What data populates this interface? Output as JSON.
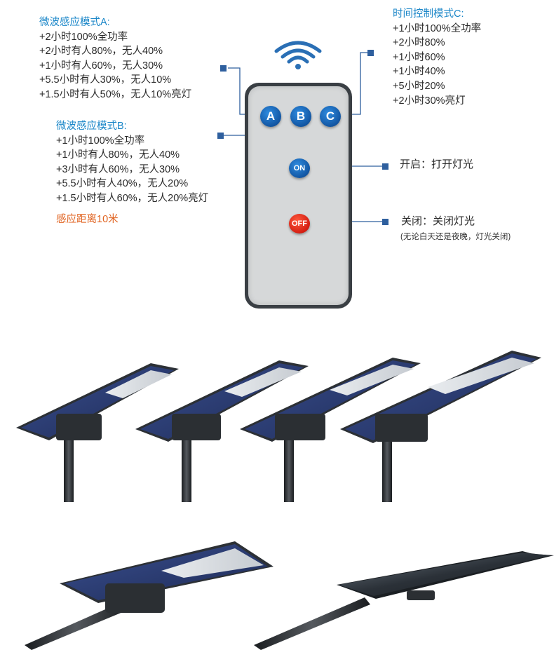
{
  "mode_a": {
    "title": "微波感应模式A:",
    "lines": [
      "+2小时100%全功率",
      "+2小时有人80%，无人40%",
      "+1小时有人60%，无人30%",
      "+5.5小时有人30%，无人10%",
      "+1.5小时有人50%，无人10%亮灯"
    ]
  },
  "mode_b": {
    "title": "微波感应模式B:",
    "lines": [
      "+1小时100%全功率",
      "+1小时有人80%，无人40%",
      "+3小时有人60%，无人30%",
      "+5.5小时有人40%，无人20%",
      "+1.5小时有人60%，无人20%亮灯"
    ]
  },
  "distance": "感应距离10米",
  "mode_c": {
    "title": "时间控制模式C:",
    "lines": [
      "+1小时100%全功率",
      "+2小时80%",
      "+1小时60%",
      "+1小时40%",
      "+5小时20%",
      "+2小时30%亮灯"
    ]
  },
  "remote": {
    "btn_a": "A",
    "btn_b": "B",
    "btn_c": "C",
    "btn_on": "ON",
    "btn_off": "OFF"
  },
  "on_label": "开启：打开灯光",
  "off_label": "关闭：关闭灯光",
  "off_note": "(无论白天还是夜晚，灯光关闭)",
  "colors": {
    "title_blue": "#1a86c8",
    "distance_orange": "#e0621f",
    "marker_blue": "#2e5f9e",
    "button_blue": "#1256a3",
    "button_red": "#d41e12"
  }
}
